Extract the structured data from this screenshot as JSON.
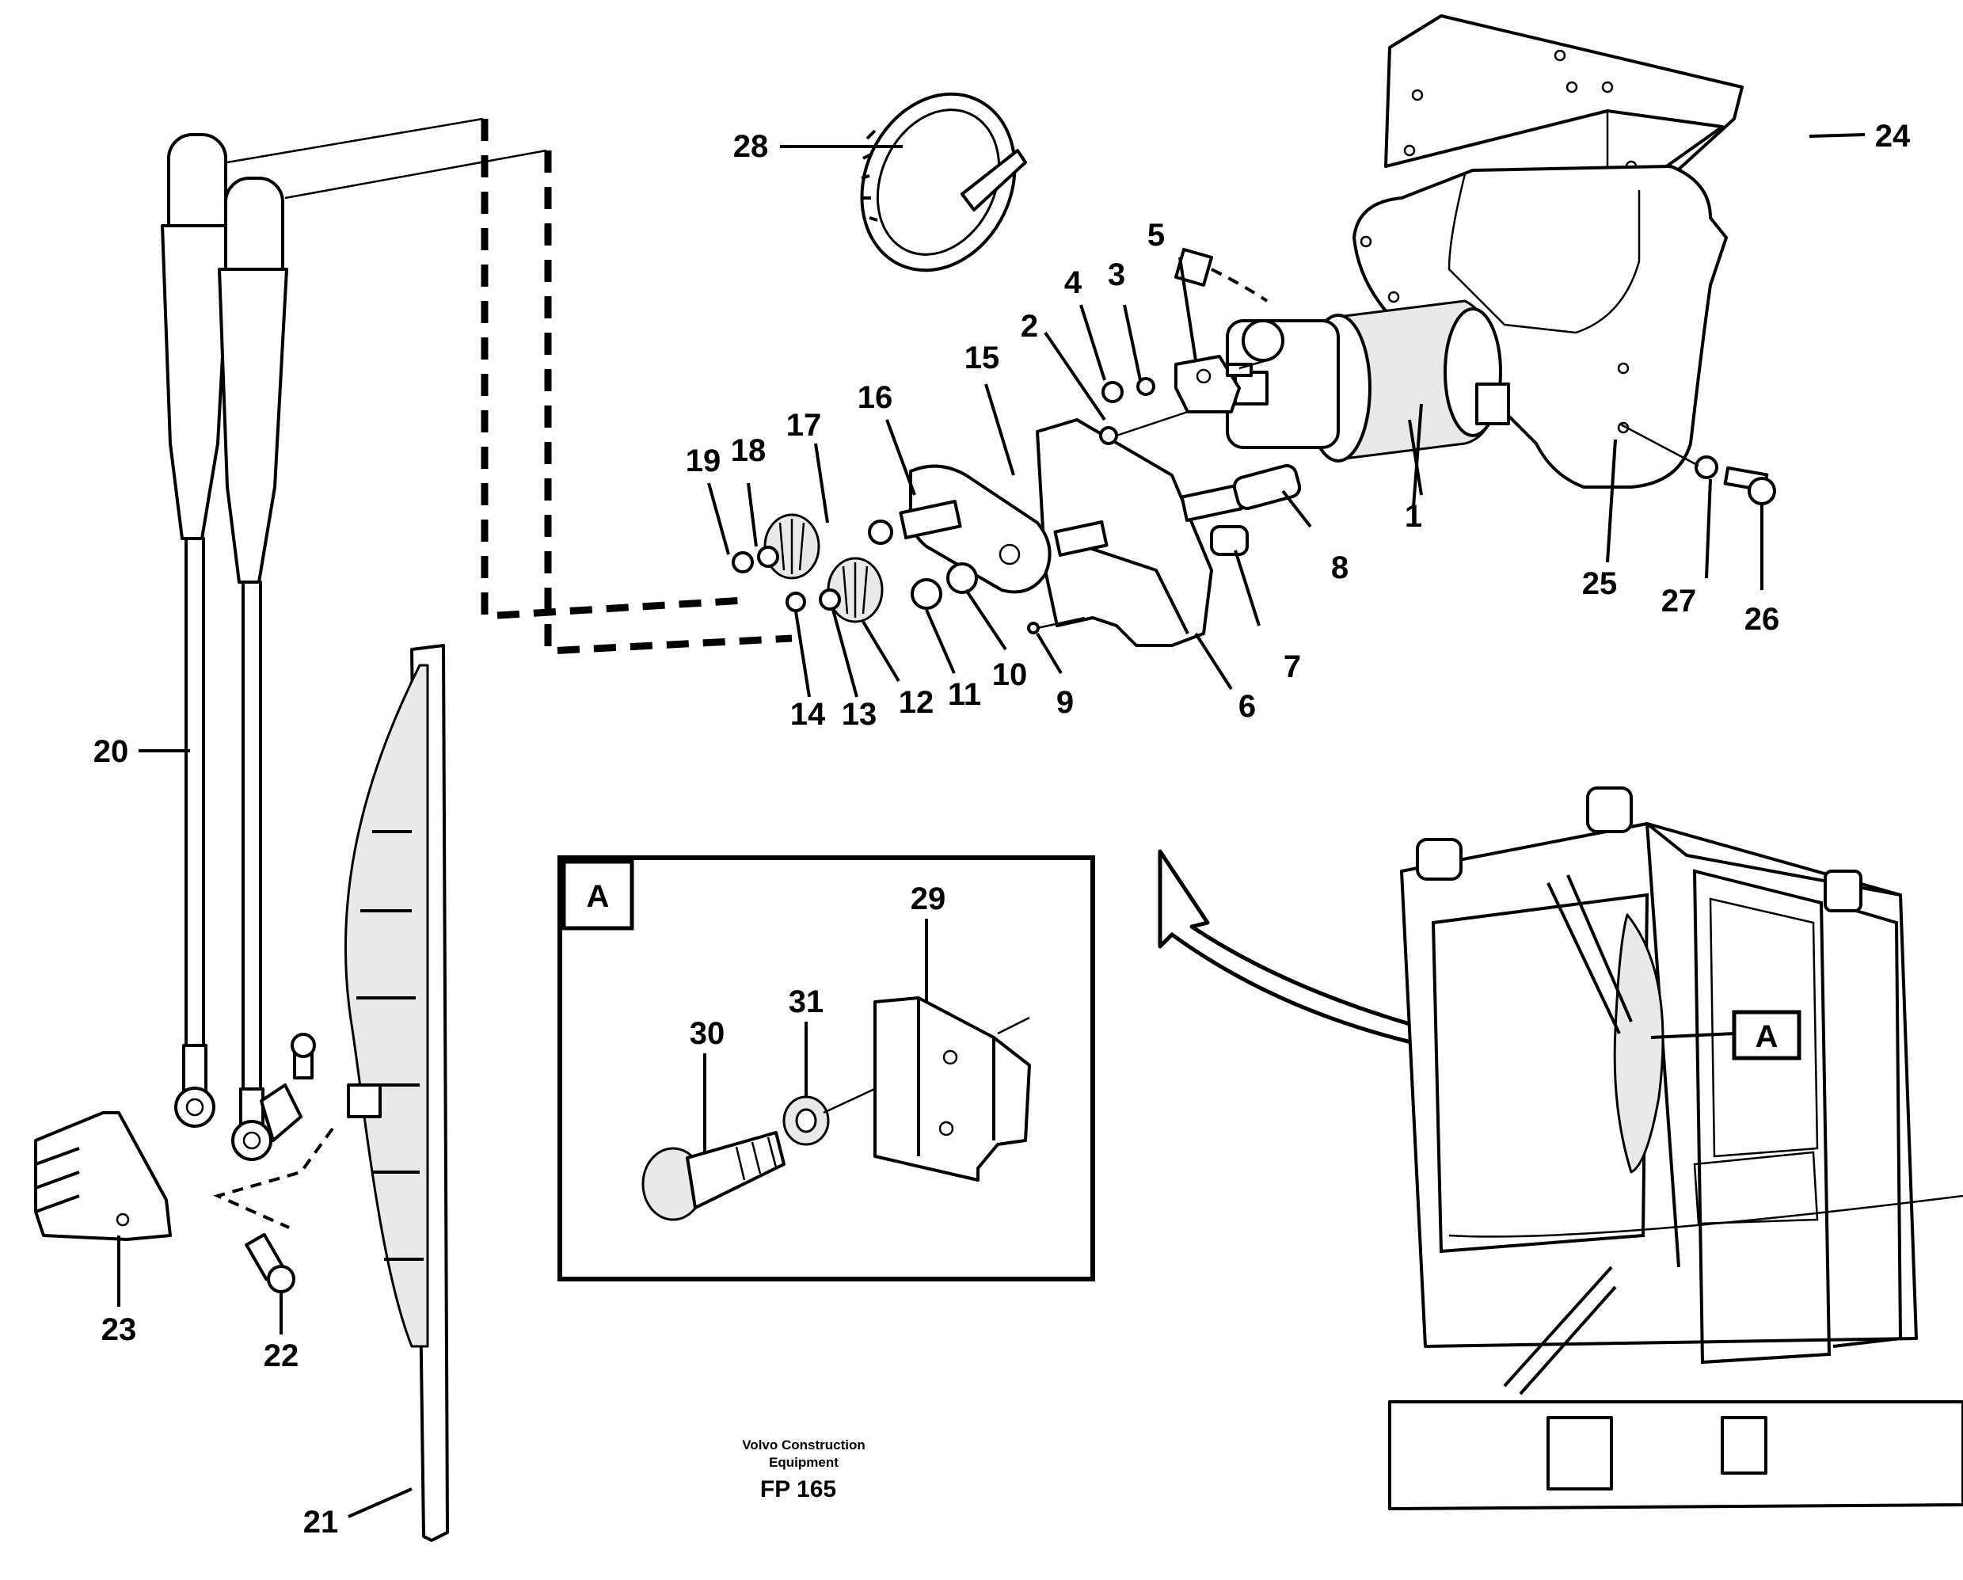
{
  "callouts": {
    "c1": "1",
    "c2": "2",
    "c3": "3",
    "c4": "4",
    "c5": "5",
    "c6": "6",
    "c7": "7",
    "c8": "8",
    "c9": "9",
    "c10": "10",
    "c11": "11",
    "c12": "12",
    "c13": "13",
    "c14": "14",
    "c15": "15",
    "c16": "16",
    "c17": "17",
    "c18": "18",
    "c19": "19",
    "c20": "20",
    "c21": "21",
    "c22": "22",
    "c23": "23",
    "c24": "24",
    "c25": "25",
    "c26": "26",
    "c27": "27",
    "c28": "28",
    "c29": "29",
    "c30": "30",
    "c31": "31"
  },
  "detail": {
    "label": "A",
    "pointer_label": "A"
  },
  "footer": {
    "brand_line1": "Volvo Construction",
    "brand_line2": "Equipment",
    "figure_code": "FP 165"
  }
}
